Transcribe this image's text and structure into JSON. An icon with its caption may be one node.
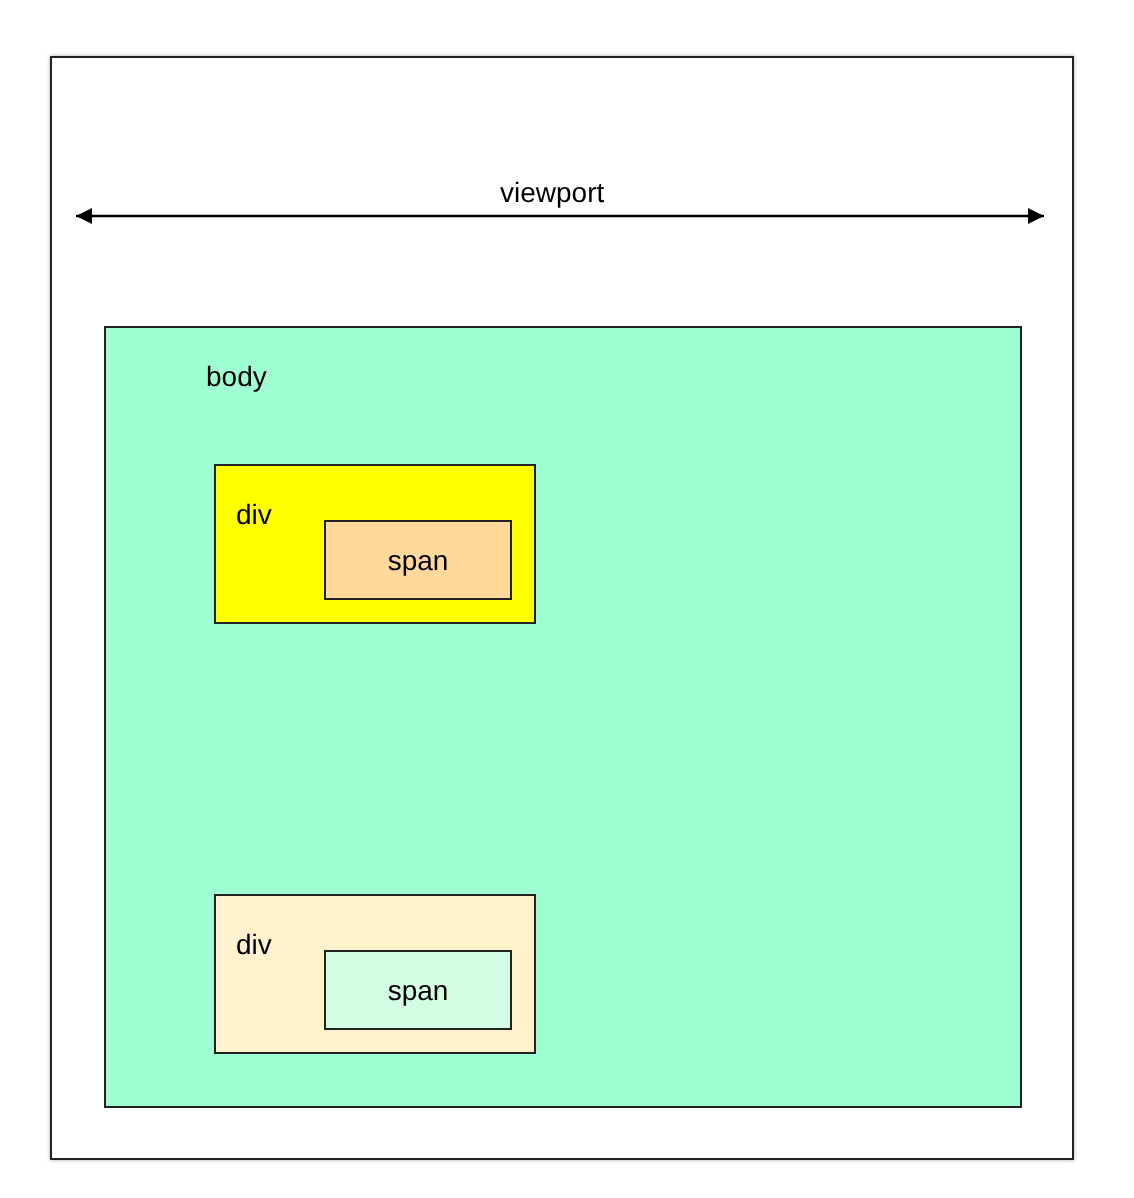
{
  "diagram": {
    "nodes": [
      {
        "text": [],
        "shape": "box"
      },
      {
        "text": [
          "body"
        ],
        "in": 0
      },
      {
        "text": [
          "div"
        ],
        "in": 1
      },
      {
        "text": [
          "span"
        ],
        "in": 2
      },
      {
        "text": [
          "div"
        ],
        "in": 1
      },
      {
        "text": [
          "span"
        ],
        "in": 4
      }
    ],
    "edges": [],
    "labels": [
      "viewport"
    ]
  }
}
